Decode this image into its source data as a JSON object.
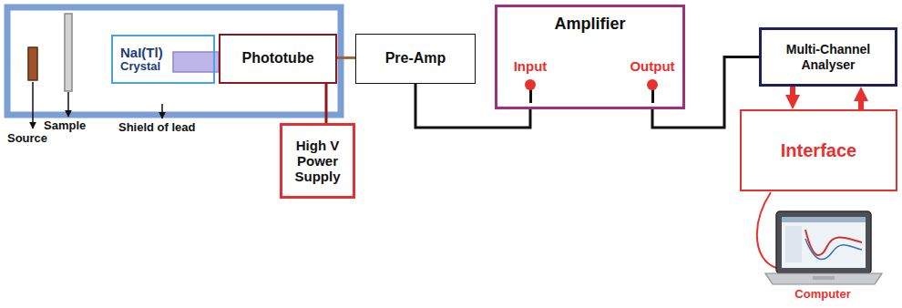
{
  "diagram": {
    "nodes": [
      {
        "text": [
          "NaI(Tl)",
          "Crystal"
        ]
      },
      {
        "text": [
          "Phototube"
        ]
      },
      {
        "text": [
          "High V Power Supply"
        ]
      },
      {
        "text": [
          "Pre-Amp"
        ]
      },
      {
        "text": [
          "Amplifier",
          "Input",
          "Output"
        ]
      },
      {
        "text": [
          "Multi-Channel Analyser"
        ]
      },
      {
        "text": [
          "Interface"
        ]
      }
    ],
    "edges": [
      {
        "from": 1,
        "to": 3,
        "arrow": "none"
      },
      {
        "from": 1,
        "to": 2,
        "arrow": "none"
      },
      {
        "from": 3,
        "to": 4,
        "arrow": "none"
      },
      {
        "from": 4,
        "to": 5,
        "arrow": "none"
      },
      {
        "from": 5,
        "to": 6,
        "arrow": "to"
      },
      {
        "from": 6,
        "to": 5,
        "arrow": "to"
      }
    ],
    "labels": [
      "Source",
      "Sample",
      "Shield of lead",
      "Computer"
    ]
  }
}
